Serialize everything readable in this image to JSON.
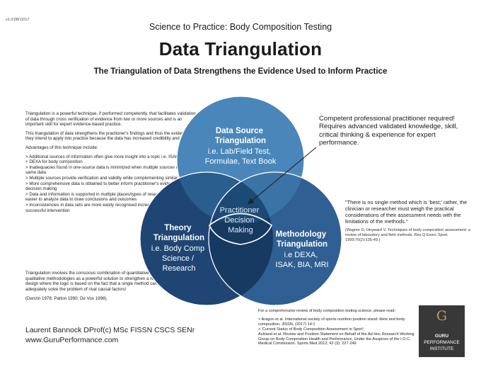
{
  "version": "v1.0:08/12/17",
  "subtitle": "Science to Practice: Body Composition Testing",
  "title": "Data Triangulation",
  "tagline": "The Triangulation of Data Strengthens the Evidence Used to Inform Practice",
  "intro": {
    "p1": "Triangulation is a powerful technique, if performed competently, that facilitates validation of data through cross verification of evidence from two or more sources and is an important skill for expert evidence-based practice.",
    "p2": "This triangulation of data strengthens the practioner's findings and thus the evidence they intend to apply into practice because the data has increased credibility and validity.",
    "p3": "Advantages of this technique include:",
    "advantages": [
      "> Additional sources of information often give more insight into a topic i.e. ISAK Skinfolds + DEXA for body composition",
      "> Inadequacies found in one-source data is minimized when multiple sources confirm the same data",
      "> Multiple sources provide verification and validity while complementing similar data",
      "> More comprehensive data is obtained to better inform practitioner's evidence-based decision making",
      "> Data and information is supported in multiple places/types of research, which makes it easier to analyze data to draw conclusions and outcomes",
      "> Inconsistencies in data sets are more easily recognised increasing likelihood of a successful intervention"
    ]
  },
  "method_note": {
    "text": "Triangulation involves the conscious combination of quantitative and qualitative methodologies as a powerful solution to strengthen a research design where the logic is based on the fact that a single method can never adequately solve the problem of rival causal factors!",
    "ref": "(Denzin 1978; Patton 1990; De Vos 1998)."
  },
  "practitioner_note": "Competent professional practitioner required! Requires advanced validated knowledge, skill, critical thinking & experience for expert performance.",
  "quote": "\"There is no single method which is 'best;' rather, the clinician or researcher must weigh the practical considerations of their assessment needs with the limitations of the methods.\"",
  "quote_ref": "(Wagner D, Heyward V. Techniques of body composition assessment: a review of laboratory and field methods. Res Q Exerc Sport. 1999;70(2):135-49.)",
  "review": {
    "intro": "For a comprehensive review of body composition testing science, please read:",
    "refs": [
      "> Aragon et al. International society of sports nutrition position stand: diets and body composition. JISSN, (2017) 14:1",
      "> 'Current Status of Body Composition Assessment in Sport';",
      "Ackland et al. Review and Position Statement on Behalf of the Ad Hoc Research Working Group on Body Composition Health and Performance, Under the Auspices of the I.O.C. Medical Commission. Sports Med 2012; 42 (3): 227-249"
    ]
  },
  "author": {
    "name": "Laurent Bannock DProf(c) MSc FISSN CSCS SENr",
    "website": "www.GuruPerformance.com"
  },
  "logo": {
    "mark": "G",
    "line1": "GURU",
    "line2": "PERFORMANCE",
    "line3": "INSTITUTE"
  },
  "venn": {
    "colors": {
      "top": "#4a86b9",
      "left": "#1f4574",
      "right": "#2f5f93",
      "overlap_tl": "#2a5e8e",
      "overlap_tr": "#3a73a6",
      "overlap_lr": "#173a62",
      "center": "#1c4a76"
    },
    "top": {
      "title_lines": [
        "Data Source",
        "Triangulation"
      ],
      "body_lines": [
        "i.e. Lab/Field Test,",
        "Formulae, Text Book"
      ]
    },
    "left": {
      "title_lines": [
        "Theory",
        "Triangulation"
      ],
      "body_lines": [
        "i.e. Body Comp",
        "Science /",
        "Research"
      ]
    },
    "right": {
      "title_lines": [
        "Methodology",
        "Triangulation"
      ],
      "body_lines": [
        "i.e DEXA,",
        "ISAK, BIA, MRI"
      ]
    },
    "center_lines": [
      "Practitioner",
      "Decision",
      "Making"
    ]
  }
}
